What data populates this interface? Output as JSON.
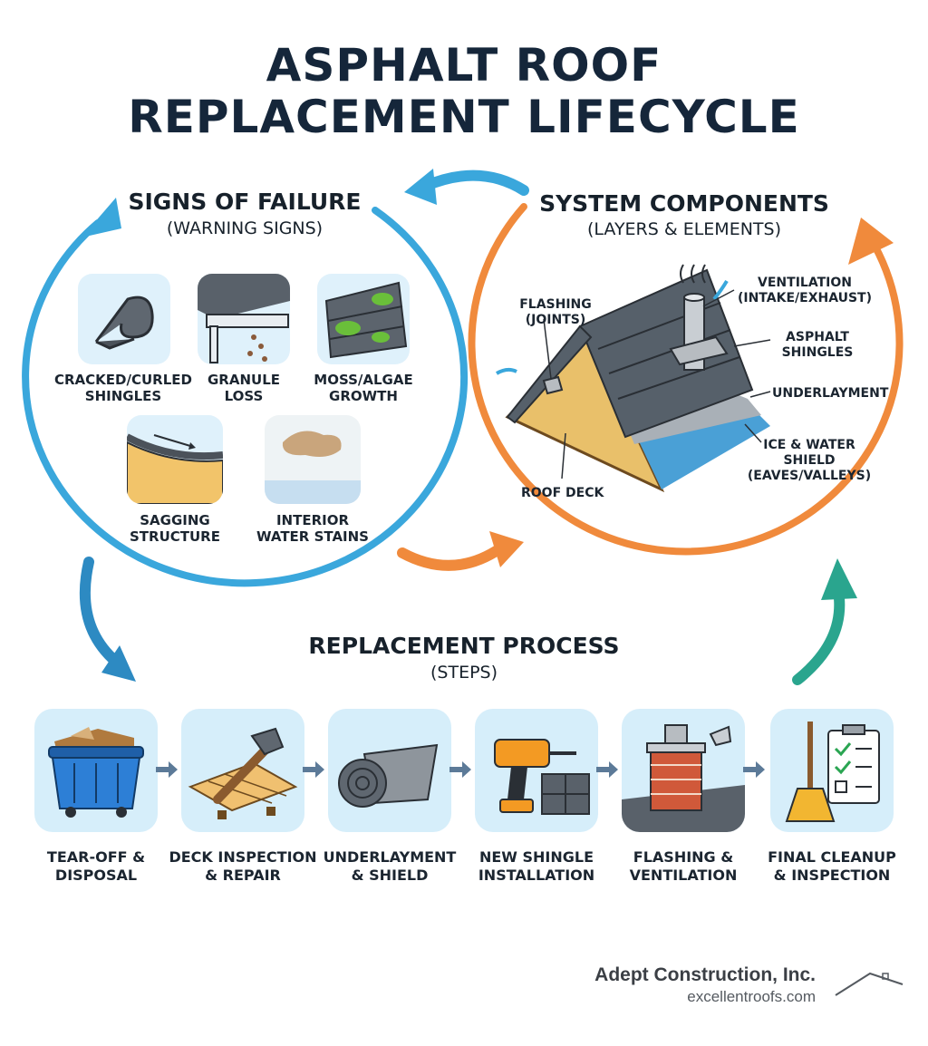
{
  "title": {
    "line1": "ASPHALT ROOF",
    "line2": "REPLACEMENT LIFECYCLE"
  },
  "failure": {
    "title": "SIGNS OF FAILURE",
    "subtitle": "(WARNING SIGNS)",
    "items": [
      {
        "line1": "CRACKED/CURLED",
        "line2": "SHINGLES",
        "icon": "curled-shingle-icon"
      },
      {
        "line1": "GRANULE",
        "line2": "LOSS",
        "icon": "gutter-granules-icon"
      },
      {
        "line1": "MOSS/ALGAE",
        "line2": "GROWTH",
        "icon": "moss-shingles-icon"
      },
      {
        "line1": "SAGGING",
        "line2": "STRUCTURE",
        "icon": "sagging-roof-icon"
      },
      {
        "line1": "INTERIOR",
        "line2": "WATER STAINS",
        "icon": "water-stain-icon"
      }
    ]
  },
  "components": {
    "title": "SYSTEM COMPONENTS",
    "subtitle": "(LAYERS & ELEMENTS)",
    "labels": {
      "flashing": {
        "line1": "FLASHING",
        "line2": "(JOINTS)"
      },
      "ventilation": {
        "line1": "VENTILATION",
        "line2": "(INTAKE/EXHAUST)"
      },
      "shingles": {
        "line1": "ASPHALT",
        "line2": "SHINGLES"
      },
      "underlayment": {
        "line1": "UNDERLAYMENT"
      },
      "ice_shield": {
        "line1": "ICE & WATER",
        "line2": "SHIELD",
        "line3": "(EAVES/VALLEYS)"
      },
      "deck": {
        "line1": "ROOF DECK"
      }
    }
  },
  "process": {
    "title": "REPLACEMENT PROCESS",
    "subtitle": "(STEPS)",
    "steps": [
      {
        "line1": "TEAR-OFF &",
        "line2": "DISPOSAL",
        "icon": "dumpster-icon"
      },
      {
        "line1": "DECK INSPECTION",
        "line2": "& REPAIR",
        "icon": "hammer-icon"
      },
      {
        "line1": "UNDERLAYMENT",
        "line2": "& SHIELD",
        "icon": "underlayment-roll-icon"
      },
      {
        "line1": "NEW SHINGLE",
        "line2": "INSTALLATION",
        "icon": "drill-icon"
      },
      {
        "line1": "FLASHING &",
        "line2": "VENTILATION",
        "icon": "chimney-icon"
      },
      {
        "line1": "FINAL CLEANUP",
        "line2": "& INSPECTION",
        "icon": "broom-checklist-icon"
      }
    ]
  },
  "footer": {
    "company": "Adept Construction, Inc.",
    "website": "excellentroofs.com"
  },
  "colors": {
    "blue": "#3aa7dc",
    "orange": "#f08a3c",
    "teal": "#2aa58e",
    "navy": "#15263a",
    "tile": "#dff1fb"
  }
}
